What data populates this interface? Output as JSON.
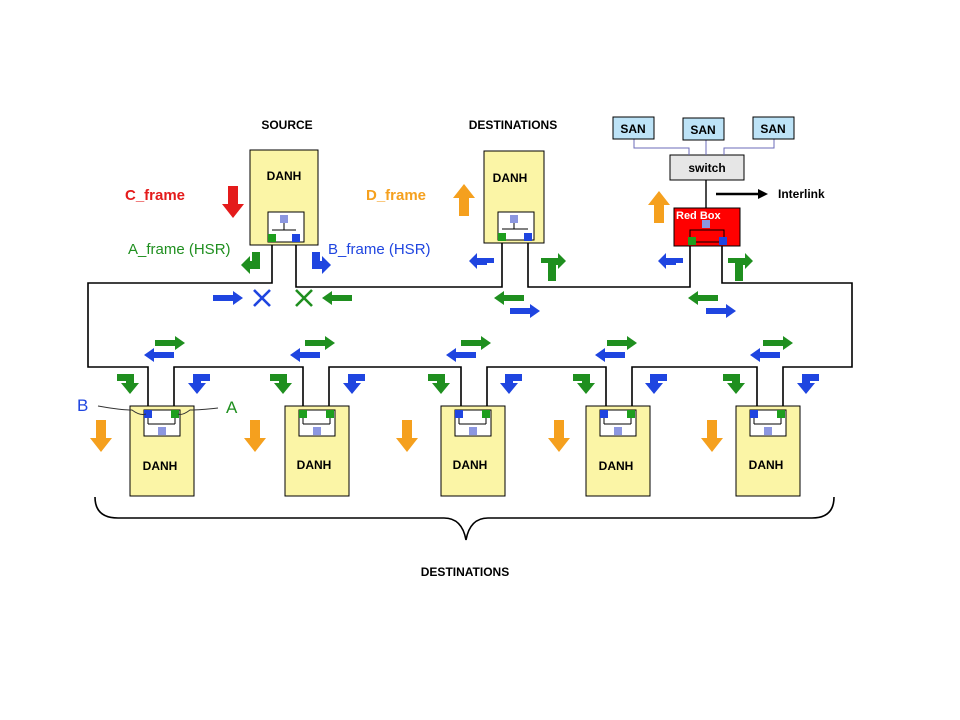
{
  "labels": {
    "source": "SOURCE",
    "destinations_top": "DESTINATIONS",
    "destinations_bottom": "DESTINATIONS",
    "c_frame": "C_frame",
    "d_frame": "D_frame",
    "a_frame": "A_frame (HSR)",
    "b_frame": "B_frame (HSR)",
    "interlink": "Interlink",
    "switch": "switch",
    "red_box": "Red Box",
    "port_b": "B",
    "port_a": "A"
  },
  "nodes": {
    "danh_label": "DANH",
    "top": [
      "DANH",
      "DANH"
    ],
    "bottom": [
      "DANH",
      "DANH",
      "DANH",
      "DANH",
      "DANH"
    ]
  },
  "san": [
    "SAN",
    "SAN",
    "SAN"
  ],
  "colors": {
    "node_fill": "#FBF5A6",
    "red_box": "#FF0000",
    "san_fill": "#BDE3F7",
    "switch_fill": "#E6E6E6",
    "green": "#1F8F1F",
    "blue": "#1F45E0",
    "orange": "#F5A01E",
    "red": "#E41B1B",
    "ring": "#000000"
  }
}
